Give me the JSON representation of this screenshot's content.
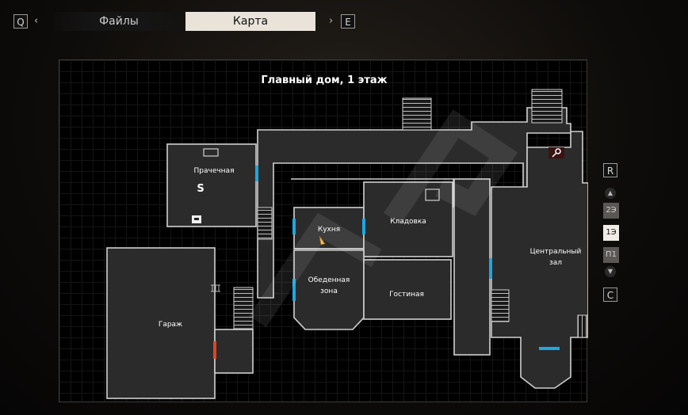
{
  "topbar": {
    "left_key": "Q",
    "right_key": "E",
    "left_arrow": "‹",
    "right_arrow": "›",
    "tabs": [
      {
        "label": "Файлы",
        "active": false
      },
      {
        "label": "Карта",
        "active": true
      }
    ]
  },
  "map": {
    "title": "Главный дом, 1 этаж",
    "rooms": {
      "laundry": "Прачечная",
      "kitchen": "Кухня",
      "pantry": "Кладовка",
      "main_hall_line1": "Центральный",
      "main_hall_line2": "зал",
      "dining_line1": "Обеденная",
      "dining_line2": "зона",
      "living": "Гостиная",
      "garage": "Гараж"
    },
    "save_marker": "S",
    "icons": [
      "typewriter-icon",
      "key-icon",
      "player-marker-icon",
      "chest-icon",
      "stairs-icon"
    ],
    "colors": {
      "door_open": "#1ea7e0",
      "door_locked": "#e0451f",
      "room_fill": "#2b2b2c",
      "room_border": "#cfcfcf"
    }
  },
  "floors": {
    "up_key": "R",
    "down_key": "C",
    "items": [
      "2Э",
      "1Э",
      "П1"
    ],
    "active": "1Э"
  }
}
